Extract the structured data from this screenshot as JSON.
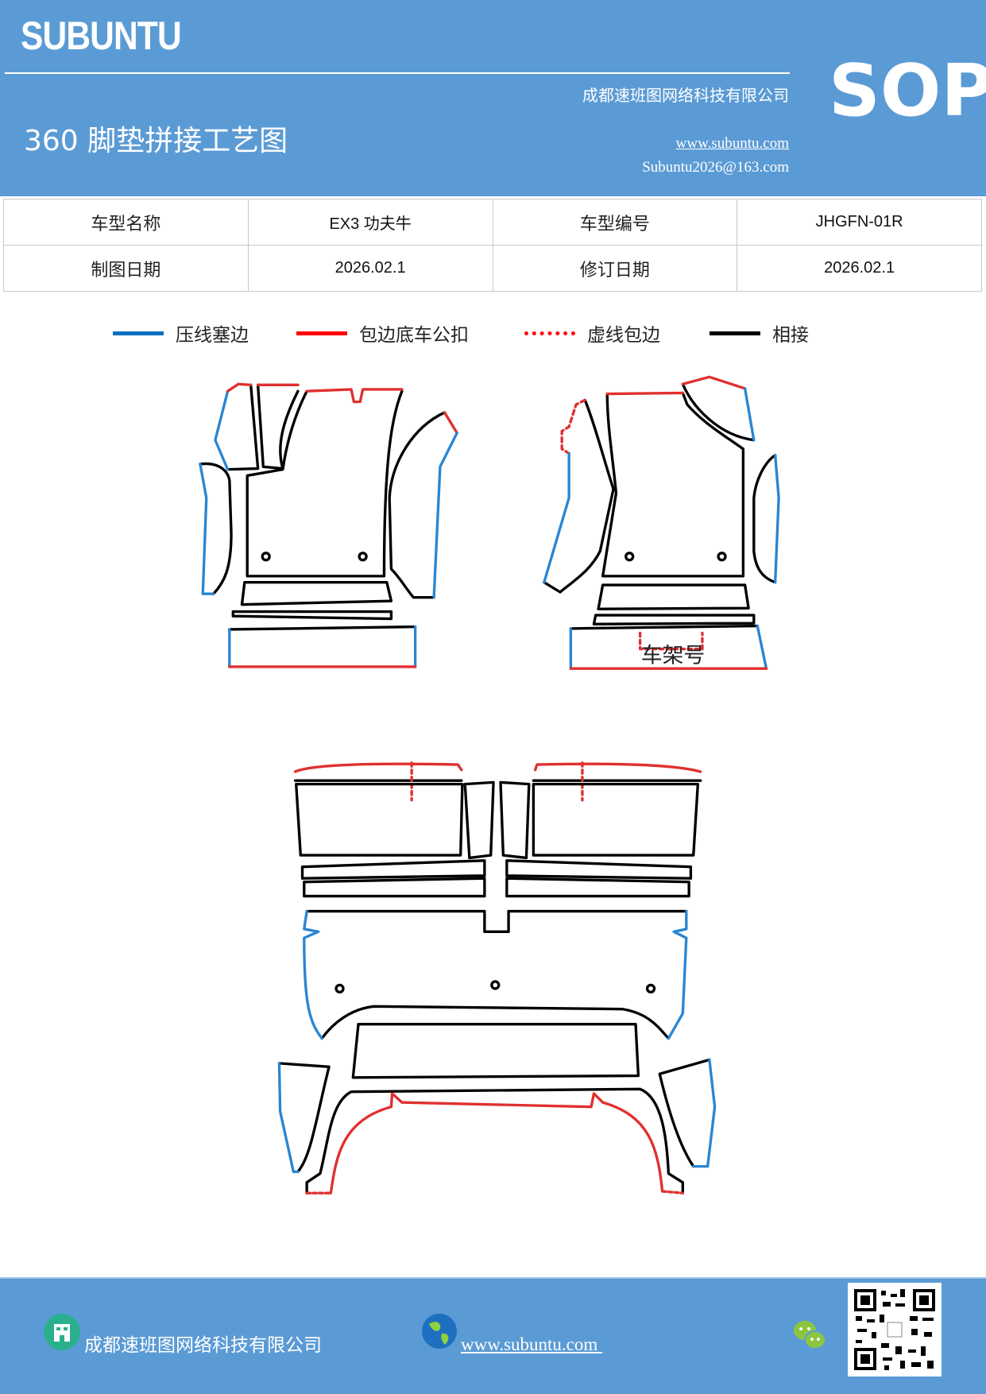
{
  "header": {
    "logo": "SUBUNTU",
    "company": "成都速班图网络科技有限公司",
    "badge": "SOP",
    "title": "360 脚垫拼接工艺图",
    "website": "www.subuntu.com",
    "email": "Subuntu2026@163.com",
    "bg_color": "#5b9bd5"
  },
  "info_table": {
    "rows": [
      [
        "车型名称",
        "EX3  功夫牛",
        "车型编号",
        "JHGFN-01R"
      ],
      [
        "制图日期",
        "2026.02.1",
        "修订日期",
        "2026.02.1"
      ]
    ]
  },
  "legend": [
    {
      "label": "压线塞边",
      "color": "#0070c0",
      "style": "solid"
    },
    {
      "label": "包边底车公扣",
      "color": "#ff0000",
      "style": "solid"
    },
    {
      "label": "虚线包边",
      "color": "#ff0000",
      "style": "dotted"
    },
    {
      "label": "相接",
      "color": "#000000",
      "style": "solid"
    }
  ],
  "drawing": {
    "sill_label": "车架号"
  },
  "footer": {
    "company": "成都速班图网络科技有限公司",
    "website": "www.subuntu.com ",
    "icons": [
      "building-icon",
      "globe-icon",
      "wechat-icon",
      "qr-code"
    ]
  }
}
